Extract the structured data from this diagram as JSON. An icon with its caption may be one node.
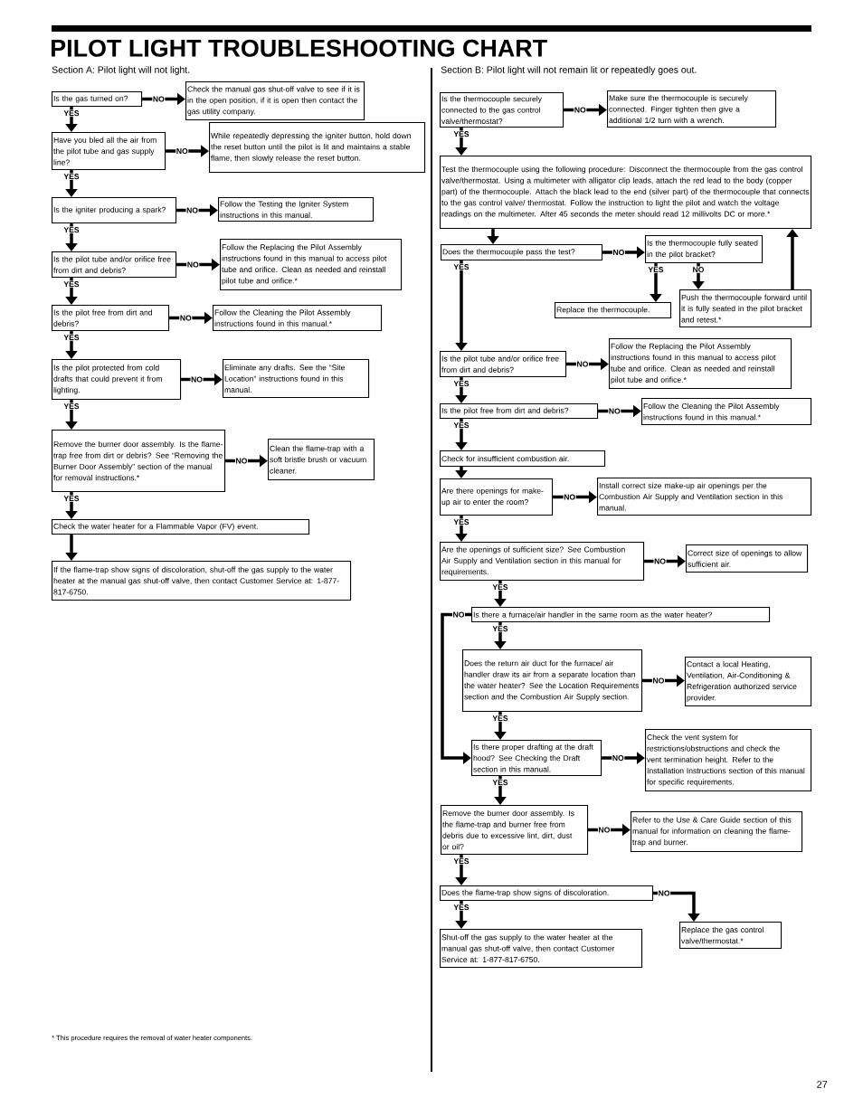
{
  "diagram": {
    "title": "PILOT LIGHT TROUBLESHOOTING CHART",
    "nodes": [
      {
        "text": [
          "Is the gas turned on?"
        ]
      },
      {
        "text": [
          "Check the manual gas shut-off valve to see if it is in the open position, if it is open then contact the gas utility company."
        ]
      },
      {
        "text": [
          "Have you bled all the air from the pilot tube and gas supply line?"
        ]
      },
      {
        "text": [
          "While repeatedly depressing the igniter button, hold down the reset button until the pilot is lit and maintains a stable flame, then slowly release the reset button."
        ]
      },
      {
        "text": [
          "Is the igniter producing a spark?"
        ]
      },
      {
        "text": [
          "Follow the Testing the Igniter System instructions in this manual."
        ]
      },
      {
        "text": [
          "Is the pilot tube and/or orifice free from dirt and debris?"
        ]
      },
      {
        "text": [
          "Follow the Replacing the Pilot Assembly instructions found in this manual to access pilot tube and orifice. Clean as needed and reinstall pilot tube and orifice.*"
        ]
      },
      {
        "text": [
          "Is the pilot free from dirt and debris?"
        ]
      },
      {
        "text": [
          "Follow the Cleaning the Pilot Assembly instructions found in this manual.*"
        ]
      },
      {
        "text": [
          "Is the pilot protected from cold drafts that could prevent it from lighting."
        ]
      },
      {
        "text": [
          "Eliminate any drafts.  See the “Site Location” instructions found in this manual."
        ]
      },
      {
        "text": [
          "Remove the burner door assembly. Is the flame-trap free from dirt or debris? See “Removing the Burner Door Assembly” section of the manual for removal instructions.*"
        ]
      },
      {
        "text": [
          "Clean the flame-trap with a soft bristle brush or vacuum cleaner."
        ]
      },
      {
        "text": [
          "Check the water heater for a Flammable Vapor (FV) event."
        ]
      },
      {
        "text": [
          "If the flame-trap show signs of discoloration, shut-off the gas supply to the water heater at the manual gas shut-off valve, then contact Customer Service at: 1-877-817-6750."
        ]
      },
      {
        "text": [
          "Is the thermocouple securely connected to the gas control valve/thermostat?"
        ]
      },
      {
        "text": [
          "Make sure the thermocouple is securely connected. Finger tighten then give a additional 1/2 turn with a wrench."
        ]
      },
      {
        "text": [
          "Test the thermocouple using the following procedure: Disconnect the thermocouple from the gas control valve/thermostat. Using a multimeter with alligator clip leads, attach the red lead to the body (copper part) of the thermocouple. Attach the black lead to the end (silver part) of the thermocouple that connects to the gas control valve/ thermostat. Follow the instruction to light the pilot and watch the voltage readings on the multimeter. After 45 seconds the meter should read 12 millivolts DC or more.*"
        ]
      },
      {
        "text": [
          "Does the thermocouple pass the test?"
        ]
      },
      {
        "text": [
          "Is the thermocouple fully seated in the pilot bracket?"
        ]
      },
      {
        "text": [
          "Replace the thermocouple."
        ]
      },
      {
        "text": [
          "Push the thermocouple forward until it is fully seated in the pilot bracket and retest.*"
        ]
      },
      {
        "text": [
          "Is the pilot tube and/or orifice free from dirt and debris?"
        ]
      },
      {
        "text": [
          "Follow the Replacing the Pilot Assembly instructions found in this manual to access pilot tube and orifice. Clean as needed and reinstall pilot tube and orifice.*"
        ]
      },
      {
        "text": [
          "Is the pilot free from dirt and debris?"
        ]
      },
      {
        "text": [
          "Follow the Cleaning the Pilot Assembly instructions found in this manual.*"
        ]
      },
      {
        "text": [
          "Check for insufficient combustion air."
        ]
      },
      {
        "text": [
          "Are there openings for make-up air to enter the room?"
        ]
      },
      {
        "text": [
          "Install correct size make-up air openings per the Combustion Air Supply and Ventilation section in this manual."
        ]
      },
      {
        "text": [
          "Are the openings of sufficient size? See Combustion Air Supply and Ventilation section in this manual for requirements."
        ]
      },
      {
        "text": [
          "Correct size of openings to allow sufficient air."
        ]
      },
      {
        "text": [
          "Is there a furnace/air handler in the same room as the water heater?"
        ]
      },
      {
        "text": [
          "Does the return air duct for the furnace/ air handler draw its air from a separate location than the water heater? See the Location Requirements section and the Combustion Air Supply section."
        ]
      },
      {
        "text": [
          "Contact a local Heating, Ventilation, Air-Conditioning & Refrigeration authorized service provider."
        ]
      },
      {
        "text": [
          "Is there proper drafting at the draft hood? See Checking the Draft section in this manual."
        ]
      },
      {
        "text": [
          "Check the vent system for restrictions/obstructions and check the vent termination height. Refer to the Installation Instructions section of this manual for specific requirements."
        ]
      },
      {
        "text": [
          "Remove the burner door assembly. Is the flame-trap and burner free from debris due to excessive lint, dirt, dust or oil?"
        ]
      },
      {
        "text": [
          "Refer to the Use & Care Guide section of this manual for information on cleaning the flame-trap and burner."
        ]
      },
      {
        "text": [
          "Does the flame-trap show signs of discoloration."
        ]
      },
      {
        "text": [
          "Shut-off the gas supply to the water heater at the manual gas shut-off valve, then contact Customer Service at: 1-877-817-6750."
        ]
      },
      {
        "text": [
          "Replace the gas control valve/thermostat.*"
        ]
      }
    ],
    "edges": [
      {
        "from": 0,
        "to": 1,
        "arrow": "to",
        "label": "NO"
      },
      {
        "from": 0,
        "to": 2,
        "arrow": "to",
        "label": "YES"
      },
      {
        "from": 2,
        "to": 3,
        "arrow": "to",
        "label": "NO"
      },
      {
        "from": 2,
        "to": 4,
        "arrow": "to",
        "label": "YES"
      },
      {
        "from": 4,
        "to": 5,
        "arrow": "to",
        "label": "NO"
      },
      {
        "from": 4,
        "to": 6,
        "arrow": "to",
        "label": "YES"
      },
      {
        "from": 6,
        "to": 7,
        "arrow": "to",
        "label": "NO"
      },
      {
        "from": 6,
        "to": 8,
        "arrow": "to",
        "label": "YES"
      },
      {
        "from": 8,
        "to": 9,
        "arrow": "to",
        "label": "NO"
      },
      {
        "from": 8,
        "to": 10,
        "arrow": "to",
        "label": "YES"
      },
      {
        "from": 10,
        "to": 11,
        "arrow": "to",
        "label": "NO"
      },
      {
        "from": 10,
        "to": 12,
        "arrow": "to",
        "label": "YES"
      },
      {
        "from": 12,
        "to": 13,
        "arrow": "to",
        "label": "NO"
      },
      {
        "from": 12,
        "to": 14,
        "arrow": "to",
        "label": "YES"
      },
      {
        "from": 14,
        "to": 15,
        "arrow": "to"
      },
      {
        "from": 16,
        "to": 17,
        "arrow": "to",
        "label": "NO"
      },
      {
        "from": 16,
        "to": 18,
        "arrow": "to",
        "label": "YES"
      },
      {
        "from": 18,
        "to": 19,
        "arrow": "to"
      },
      {
        "from": 19,
        "to": 20,
        "arrow": "to",
        "label": "NO"
      },
      {
        "from": 19,
        "to": 23,
        "arrow": "to",
        "label": "YES"
      },
      {
        "from": 20,
        "to": 21,
        "arrow": "to",
        "label": "YES"
      },
      {
        "from": 20,
        "to": 22,
        "arrow": "to",
        "label": "NO"
      },
      {
        "from": 22,
        "to": 18,
        "arrow": "to"
      },
      {
        "from": 23,
        "to": 24,
        "arrow": "to",
        "label": "NO"
      },
      {
        "from": 23,
        "to": 25,
        "arrow": "to",
        "label": "YES"
      },
      {
        "from": 25,
        "to": 26,
        "arrow": "to",
        "label": "NO"
      },
      {
        "from": 25,
        "to": 27,
        "arrow": "to",
        "label": "YES"
      },
      {
        "from": 27,
        "to": 28,
        "arrow": "to"
      },
      {
        "from": 28,
        "to": 29,
        "arrow": "to",
        "label": "NO"
      },
      {
        "from": 28,
        "to": 30,
        "arrow": "to",
        "label": "YES"
      },
      {
        "from": 30,
        "to": 31,
        "arrow": "to",
        "label": "NO"
      },
      {
        "from": 30,
        "to": 32,
        "arrow": "to",
        "label": "YES"
      },
      {
        "from": 32,
        "to": 33,
        "arrow": "to",
        "label": "YES"
      },
      {
        "from": 32,
        "to": 35,
        "arrow": "to",
        "label": "NO"
      },
      {
        "from": 33,
        "to": 34,
        "arrow": "to",
        "label": "NO"
      },
      {
        "from": 33,
        "to": 35,
        "arrow": "to",
        "label": "YES"
      },
      {
        "from": 35,
        "to": 36,
        "arrow": "to",
        "label": "NO"
      },
      {
        "from": 35,
        "to": 37,
        "arrow": "to",
        "label": "YES"
      },
      {
        "from": 37,
        "to": 38,
        "arrow": "to",
        "label": "NO"
      },
      {
        "from": 37,
        "to": 39,
        "arrow": "to",
        "label": "YES"
      },
      {
        "from": 39,
        "to": 41,
        "arrow": "to",
        "label": "NO"
      },
      {
        "from": 39,
        "to": 40,
        "arrow": "to",
        "label": "YES"
      }
    ],
    "labels": [
      "Section A: Pilot light will not light.",
      "Section B: Pilot light will not remain lit or repeatedly goes out.",
      "* This procedure requires the removal of water heater components.",
      "27"
    ]
  }
}
